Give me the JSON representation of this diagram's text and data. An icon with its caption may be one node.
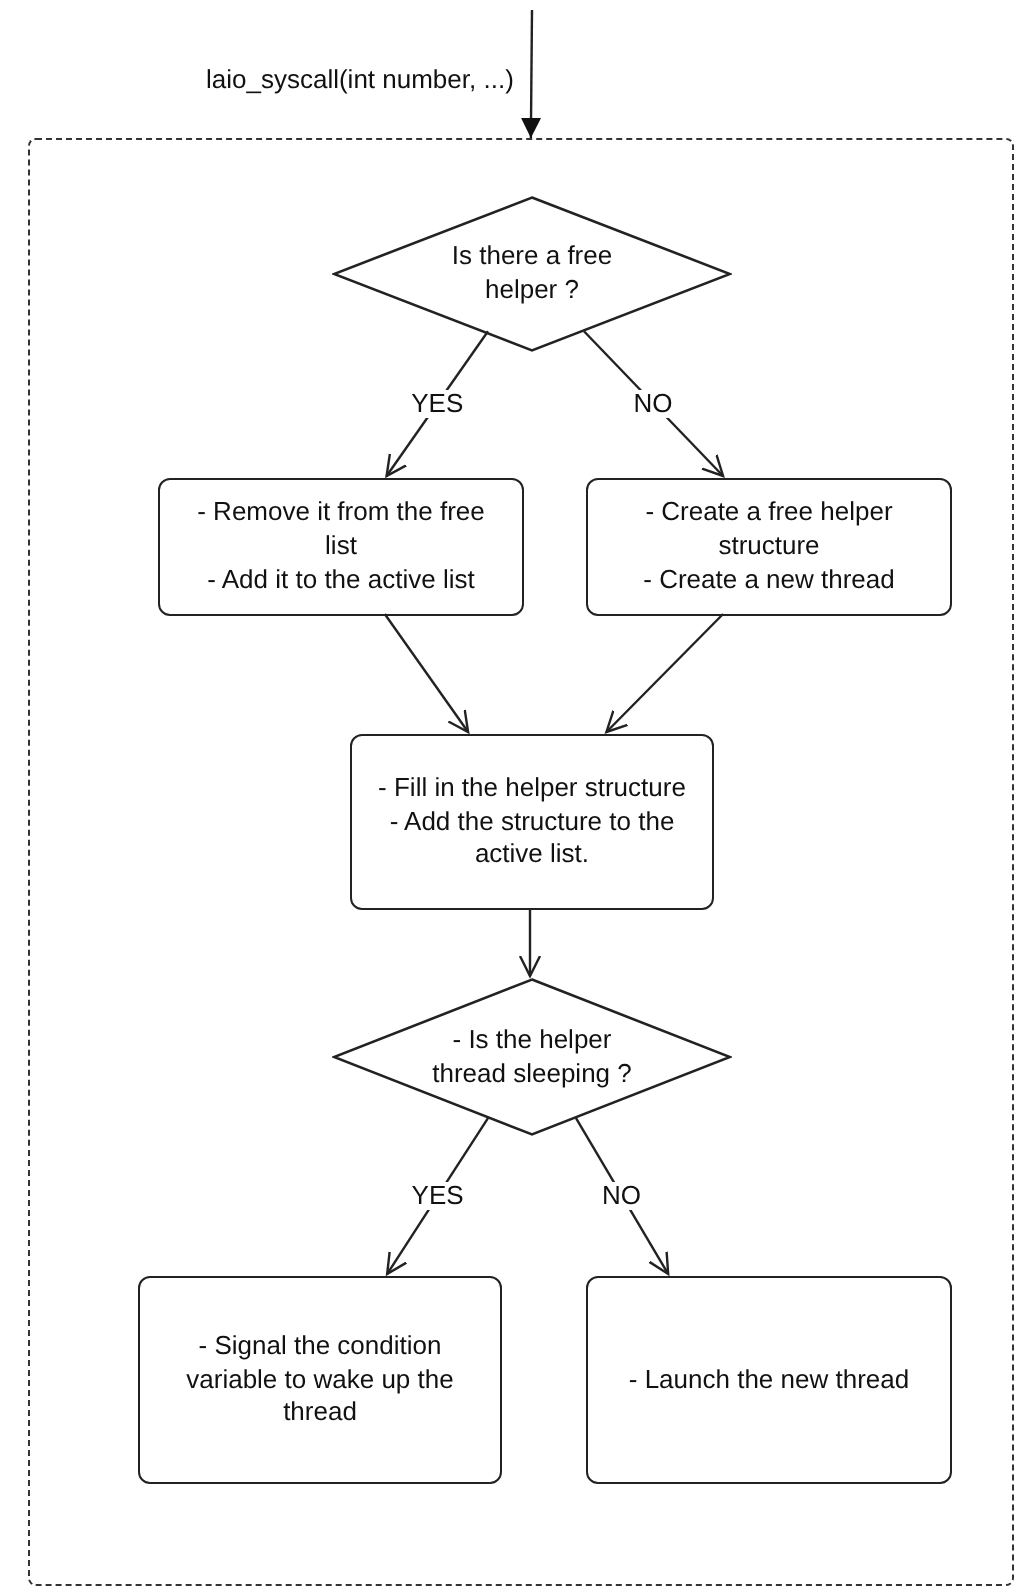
{
  "diagram": {
    "nodes": [
      {
        "text": [],
        "shape": "box"
      },
      {
        "text": [
          "Is there a free helper ?"
        ],
        "in": 0
      },
      {
        "text": [
          "- Remove it from the free list",
          "- Add it to the active list"
        ],
        "in": 0
      },
      {
        "text": [
          "- Create a free helper structure",
          "- Create a new thread"
        ],
        "in": 0
      },
      {
        "text": [
          "- Fill in the helper structure",
          "- Add the structure to the active list."
        ],
        "in": 0
      },
      {
        "text": [
          "- Is the helper thread sleeping ?"
        ],
        "in": 0
      },
      {
        "text": [
          "- Signal the condition variable to wake up the thread"
        ],
        "in": 0
      },
      {
        "text": [
          "- Launch the new thread"
        ],
        "in": 0
      }
    ],
    "edges": [
      {
        "from": null,
        "to": 0,
        "arrow": "to",
        "label": "laio_syscall(int number, ...)"
      },
      {
        "from": 1,
        "to": 2,
        "arrow": "to",
        "label": "YES"
      },
      {
        "from": 1,
        "to": 3,
        "arrow": "to",
        "label": "NO"
      },
      {
        "from": 2,
        "to": 4,
        "arrow": "to"
      },
      {
        "from": 3,
        "to": 4,
        "arrow": "to"
      },
      {
        "from": 4,
        "to": 5,
        "arrow": "to"
      },
      {
        "from": 5,
        "to": 6,
        "arrow": "to",
        "label": "YES"
      },
      {
        "from": 5,
        "to": 7,
        "arrow": "to",
        "label": "NO"
      }
    ]
  }
}
